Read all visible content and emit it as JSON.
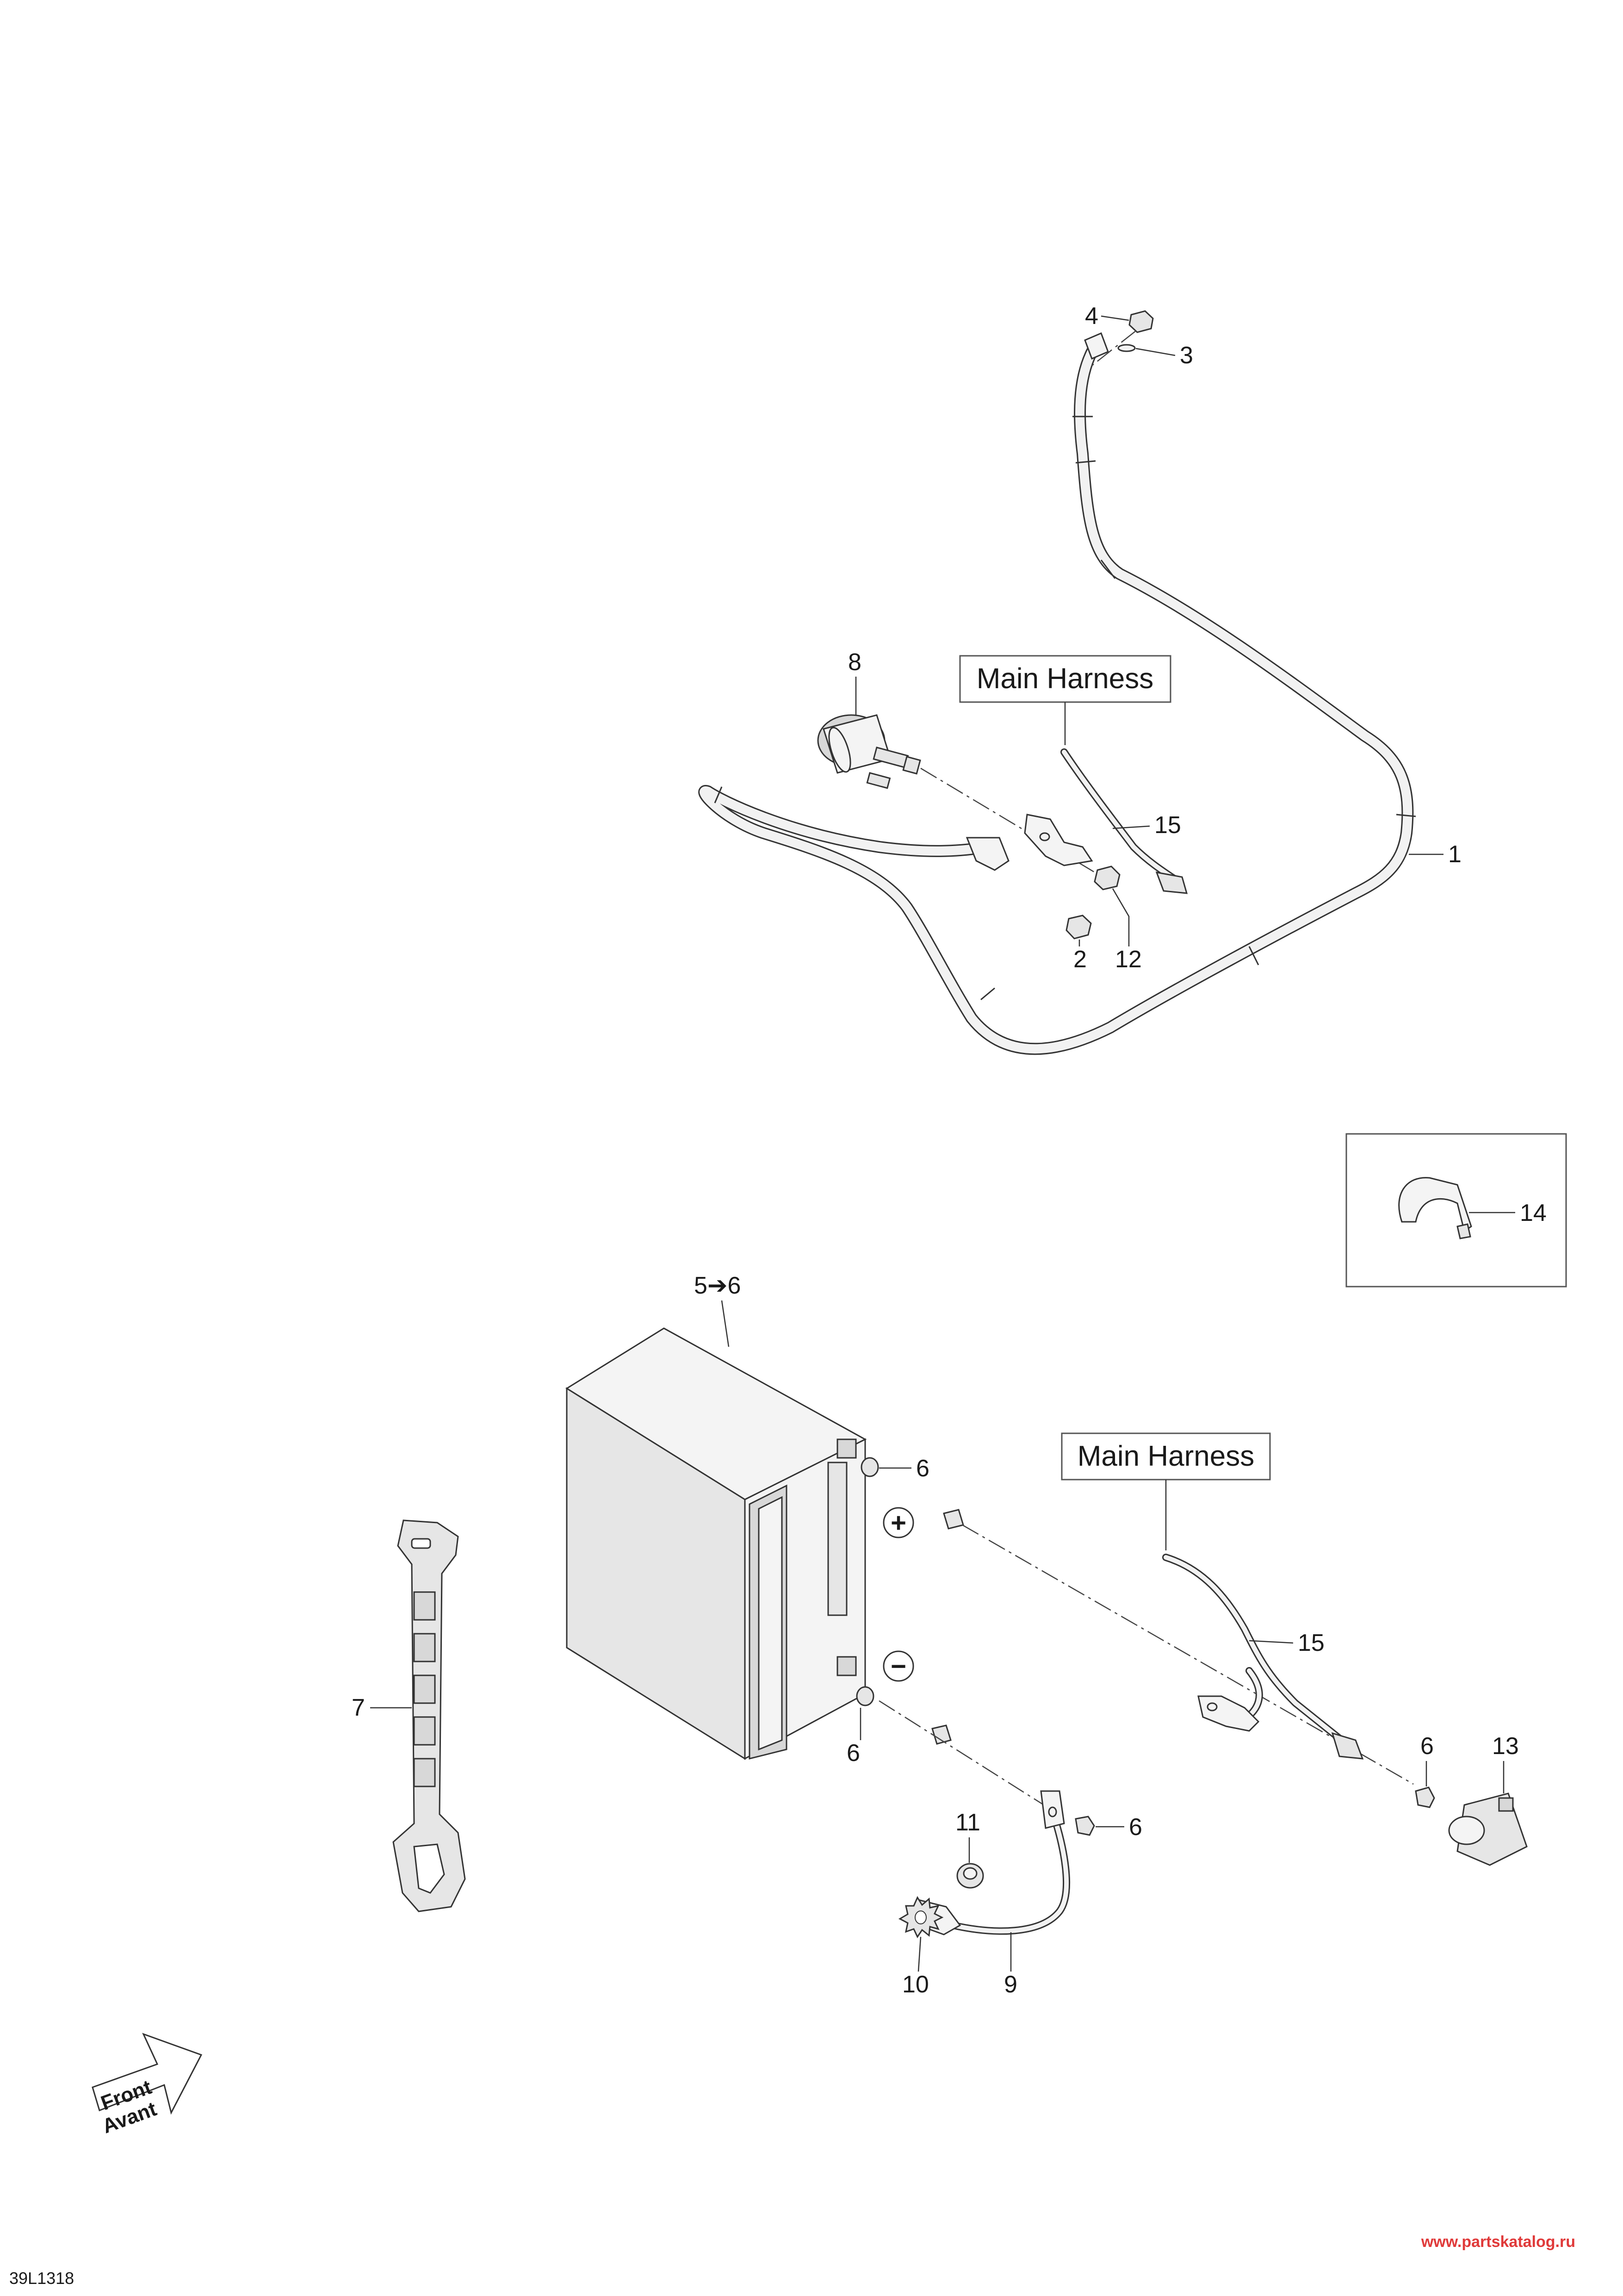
{
  "callouts": {
    "c1": "1",
    "c2": "2",
    "c3": "3",
    "c4": "4",
    "c5": "5➔6",
    "c6a": "6",
    "c6b": "6",
    "c6c": "6",
    "c6d": "6",
    "c7": "7",
    "c8": "8",
    "c9": "9",
    "c10": "10",
    "c11": "11",
    "c12": "12",
    "c13": "13",
    "c14": "14",
    "c15a": "15",
    "c15b": "15"
  },
  "labels": {
    "main_harness_top": "Main Harness",
    "main_harness_bottom": "Main Harness",
    "plus_sign": "+",
    "minus_sign": "−",
    "front_en": "Front",
    "front_fr": "Avant"
  },
  "footer": {
    "doc_code": "39L1318",
    "site": "www.partskatalog.ru"
  },
  "icons": {
    "front_arrow": "front-direction-arrow-icon",
    "plus_terminal": "plus-circle-icon",
    "minus_terminal": "minus-circle-icon"
  },
  "colors": {
    "line": "#333333",
    "url": "#e03a3a"
  }
}
